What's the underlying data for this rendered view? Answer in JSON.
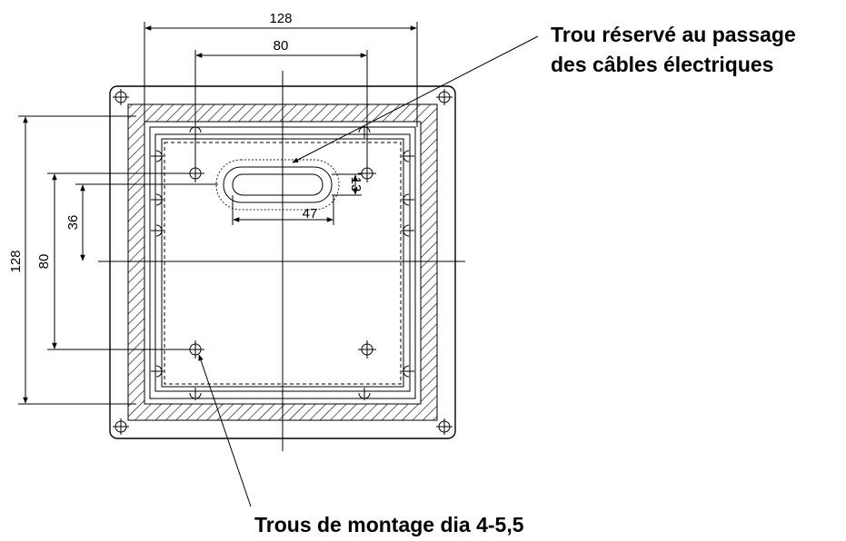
{
  "dimensions": {
    "outer_width": "128",
    "hole_spacing_width": "80",
    "outer_height": "128",
    "hole_spacing_height": "80",
    "center_offset": "36",
    "cable_slot_length": "47",
    "cable_slot_height": "13"
  },
  "callouts": {
    "cable_hole_line1": "Trou réservé au passage",
    "cable_hole_line2": "des câbles électriques",
    "mounting_holes": "Trous de montage dia 4-5,5"
  }
}
